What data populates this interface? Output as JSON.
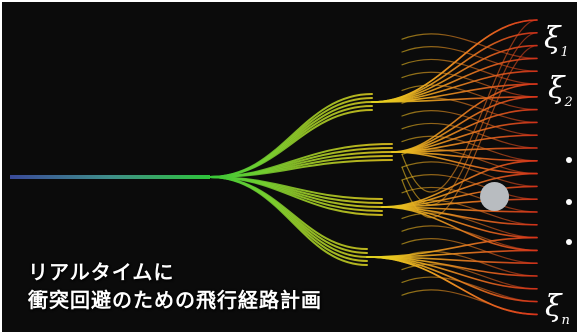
{
  "caption": {
    "line1": "リアルタイムに",
    "line2": "衝突回避のための飛行経路計画"
  },
  "labels": {
    "xi_1": {
      "symbol": "ξ",
      "sub": "1"
    },
    "xi_2": {
      "symbol": "ξ",
      "sub": "2"
    },
    "xi_n": {
      "symbol": "ξ",
      "sub": "n"
    }
  },
  "colors": {
    "background": "#0b0b0b",
    "path_start": "#3a4a9a",
    "path_mid": "#2ec43a",
    "path_branch": "#e8d020",
    "path_end": "#d01818",
    "obstacle": "#b8bcc0",
    "text": "#ffffff"
  }
}
